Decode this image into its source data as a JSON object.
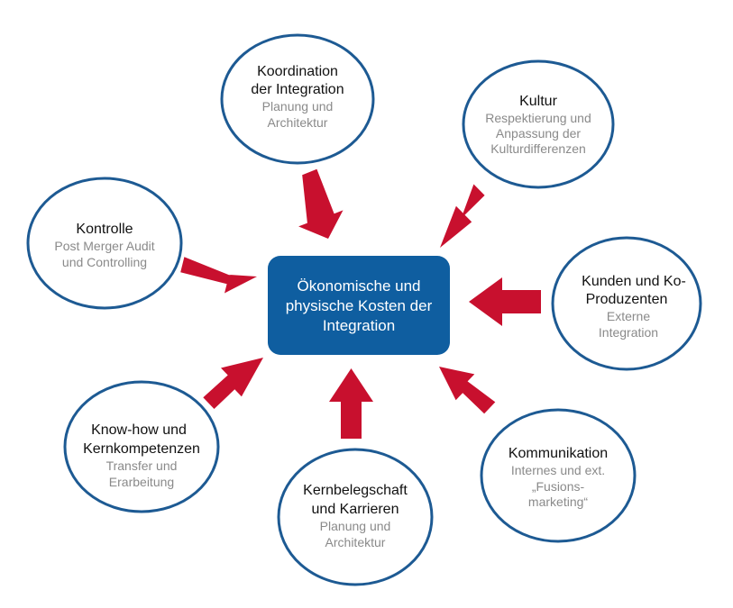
{
  "colors": {
    "arrow": "#c8102e",
    "center_fill": "#0f5ea0",
    "ellipse_stroke": "#1d5a93",
    "subtitle_text": "#8a8a8a"
  },
  "center": {
    "lines": [
      "Ökonomische und",
      "physische Kosten der",
      "Integration"
    ]
  },
  "nodes": {
    "koordination": {
      "title": [
        "Koordination",
        "der Integration"
      ],
      "sub": [
        "Planung und",
        "Architektur"
      ]
    },
    "kultur": {
      "title": [
        "Kultur"
      ],
      "sub": [
        "Respektierung und",
        "Anpassung der",
        "Kulturdifferenzen"
      ]
    },
    "kontrolle": {
      "title": [
        "Kontrolle"
      ],
      "sub": [
        "Post Merger Audit",
        "und Controlling"
      ]
    },
    "kunden": {
      "title": [
        "Kunden und Ko-",
        "Produzenten"
      ],
      "sub": [
        "Externe",
        "Integration"
      ]
    },
    "knowhow": {
      "title": [
        "Know-how und",
        "Kernkompetenzen"
      ],
      "sub": [
        "Transfer und",
        "Erarbeitung"
      ]
    },
    "kommunikation": {
      "title": [
        "Kommunikation"
      ],
      "sub": [
        "Internes und ext.",
        "„Fusions-",
        "marketing“"
      ]
    },
    "kernbelegschaft": {
      "title": [
        "Kernbelegschaft",
        "und Karrieren"
      ],
      "sub": [
        "Planung und",
        "Architektur"
      ]
    }
  }
}
